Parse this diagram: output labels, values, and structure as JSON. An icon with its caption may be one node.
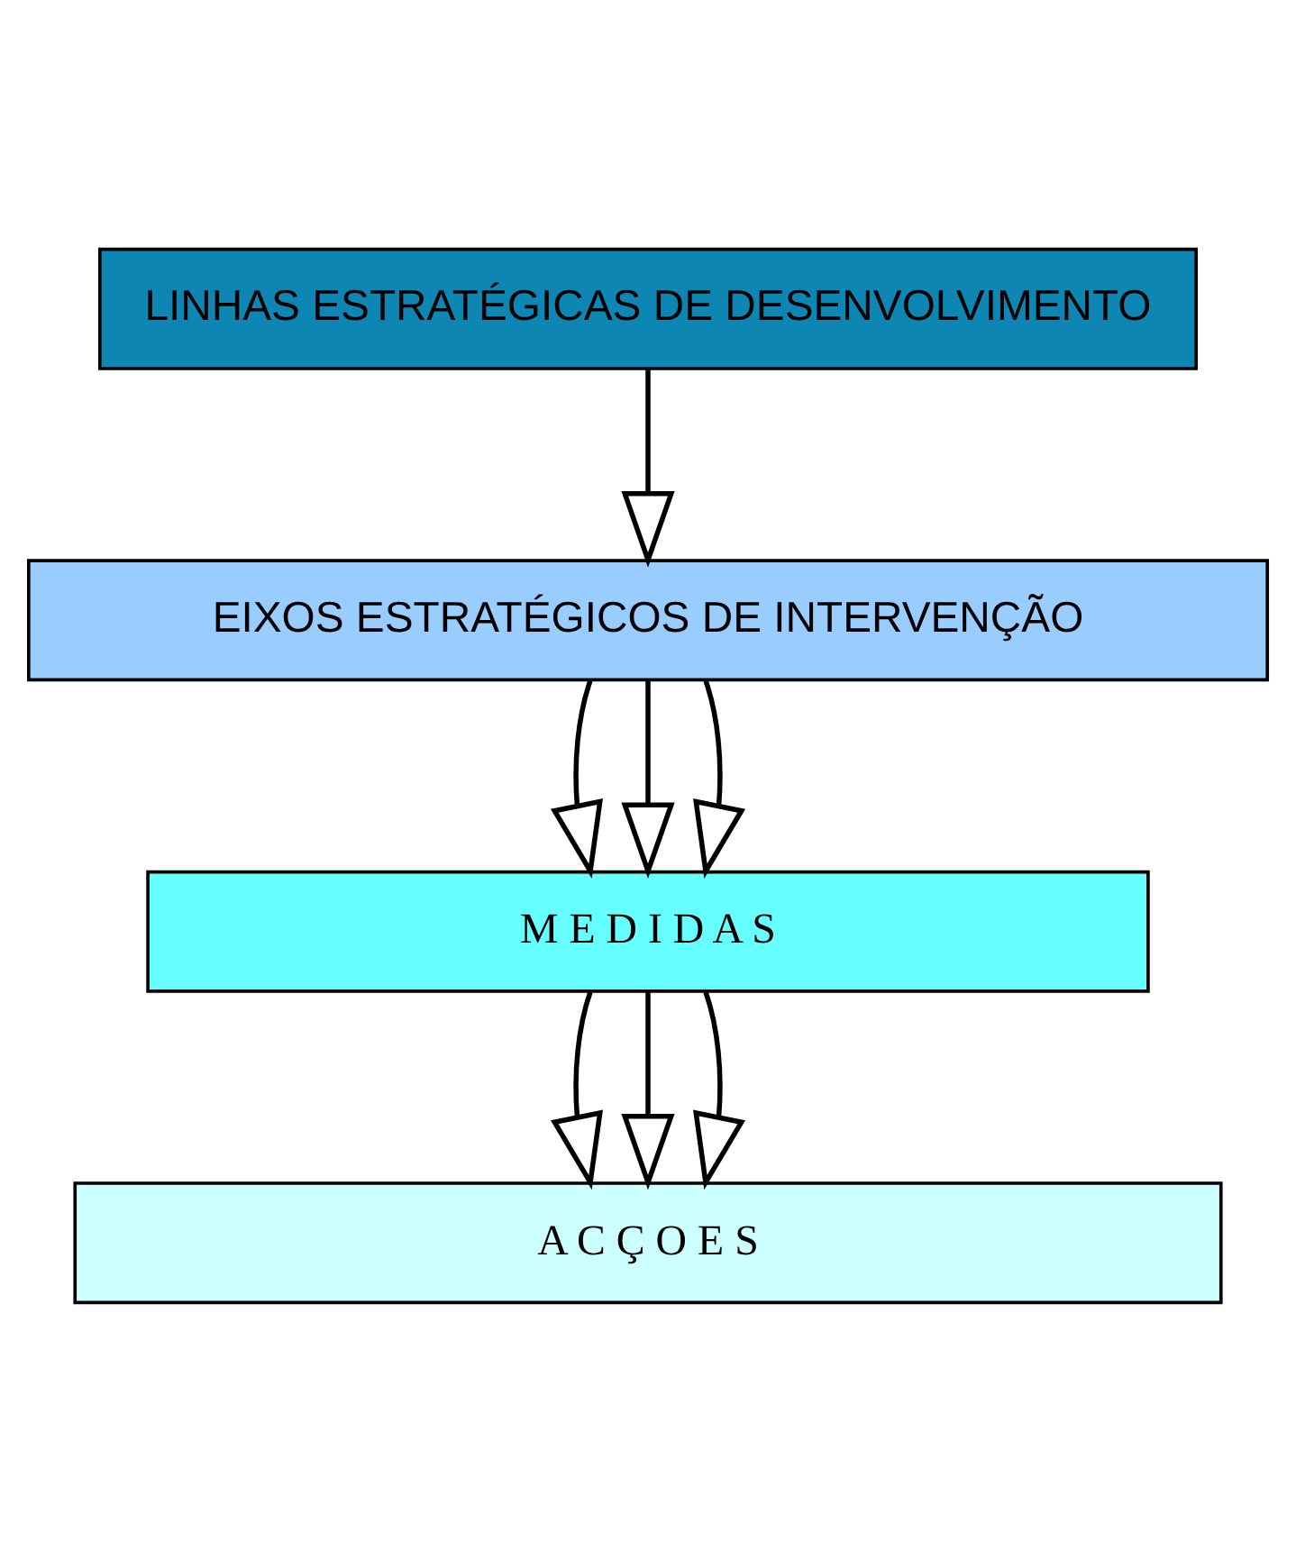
{
  "diagram": {
    "nodes": [
      {
        "text": [
          "LINHAS ESTRATÉGICAS DE DESENVOLVIMENTO"
        ]
      },
      {
        "text": [
          "EIXOS ESTRATÉGICOS DE INTERVENÇÃO"
        ]
      },
      {
        "text": [
          "M E D I D A S"
        ]
      },
      {
        "text": [
          "A C Ç O E S"
        ]
      }
    ],
    "edges": [
      {
        "from": 0,
        "to": 1,
        "arrow": "to"
      },
      {
        "from": 1,
        "to": 2,
        "arrow": "to"
      },
      {
        "from": 1,
        "to": 2,
        "arrow": "to"
      },
      {
        "from": 1,
        "to": 2,
        "arrow": "to"
      },
      {
        "from": 2,
        "to": 3,
        "arrow": "to"
      },
      {
        "from": 2,
        "to": 3,
        "arrow": "to"
      },
      {
        "from": 2,
        "to": 3,
        "arrow": "to"
      }
    ]
  }
}
